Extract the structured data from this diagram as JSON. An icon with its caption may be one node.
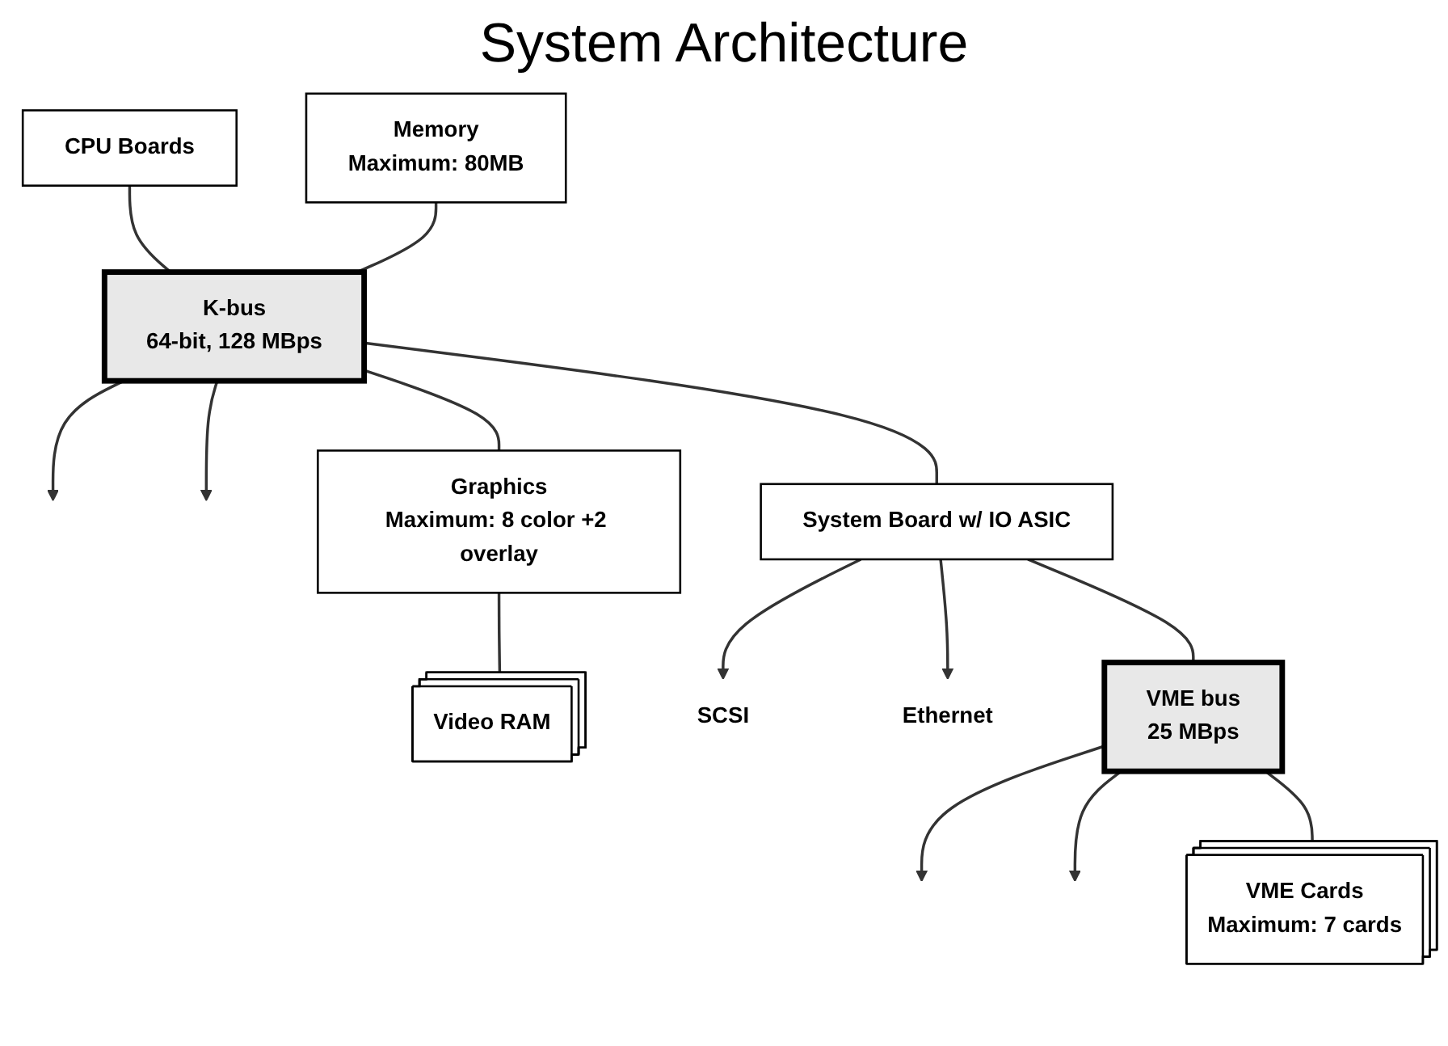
{
  "diagram": {
    "title": "System Architecture",
    "nodes": [
      {
        "text": [
          "CPU Boards"
        ]
      },
      {
        "text": [
          "Memory",
          "Maximum: 80MB"
        ]
      },
      {
        "text": [
          "K-bus",
          "64-bit, 128 MBps"
        ]
      },
      {
        "text": [
          "Graphics",
          "Maximum: 8 color +2 overlay"
        ]
      },
      {
        "text": [
          "System Board w/ IO ASIC"
        ]
      },
      {
        "text": [
          "SCSI"
        ]
      },
      {
        "text": [
          "Ethernet"
        ]
      },
      {
        "text": [
          "Video RAM"
        ]
      },
      {
        "text": [
          "VME bus",
          "25 MBps"
        ]
      },
      {
        "text": [
          "VME Cards",
          "Maximum: 7 cards"
        ]
      }
    ],
    "edges": [
      {
        "from": 0,
        "to": 2,
        "arrow": "none"
      },
      {
        "from": 1,
        "to": 2,
        "arrow": "none"
      },
      {
        "from": 2,
        "to": null,
        "arrow": "to"
      },
      {
        "from": 2,
        "to": null,
        "arrow": "to"
      },
      {
        "from": 2,
        "to": 3,
        "arrow": "none"
      },
      {
        "from": 2,
        "to": 4,
        "arrow": "none"
      },
      {
        "from": 3,
        "to": 7,
        "arrow": "none"
      },
      {
        "from": 4,
        "to": 5,
        "arrow": "to"
      },
      {
        "from": 4,
        "to": 6,
        "arrow": "to"
      },
      {
        "from": 4,
        "to": 8,
        "arrow": "none"
      },
      {
        "from": 8,
        "to": null,
        "arrow": "to"
      },
      {
        "from": 8,
        "to": null,
        "arrow": "to"
      },
      {
        "from": 8,
        "to": 9,
        "arrow": "none"
      }
    ]
  }
}
